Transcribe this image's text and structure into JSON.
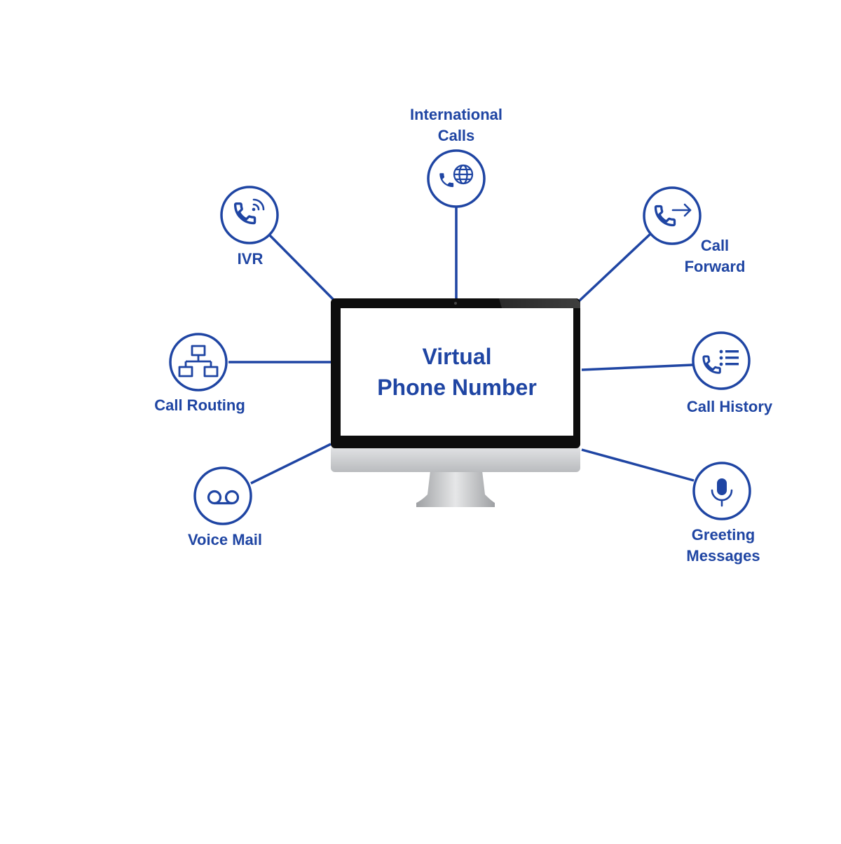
{
  "colors": {
    "accent": "#1f45a3",
    "bezel": "#0d0d0d",
    "chin": "#c9cbce",
    "stand": "#b8babd"
  },
  "center": {
    "title_line1": "Virtual",
    "title_line2": "Phone Number"
  },
  "features": [
    {
      "id": "international-calls",
      "icon": "phone-globe-icon",
      "line1": "International",
      "line2": "Calls"
    },
    {
      "id": "ivr",
      "icon": "phone-signal-icon",
      "line1": "IVR",
      "line2": ""
    },
    {
      "id": "call-forward",
      "icon": "phone-arrow-icon",
      "line1": "Call",
      "line2": "Forward"
    },
    {
      "id": "call-routing",
      "icon": "network-icon",
      "line1": "Call Routing",
      "line2": ""
    },
    {
      "id": "call-history",
      "icon": "phone-list-icon",
      "line1": "Call History",
      "line2": ""
    },
    {
      "id": "voice-mail",
      "icon": "voicemail-icon",
      "line1": "Voice Mail",
      "line2": ""
    },
    {
      "id": "greeting-messages",
      "icon": "microphone-icon",
      "line1": "Greeting",
      "line2": "Messages"
    }
  ]
}
